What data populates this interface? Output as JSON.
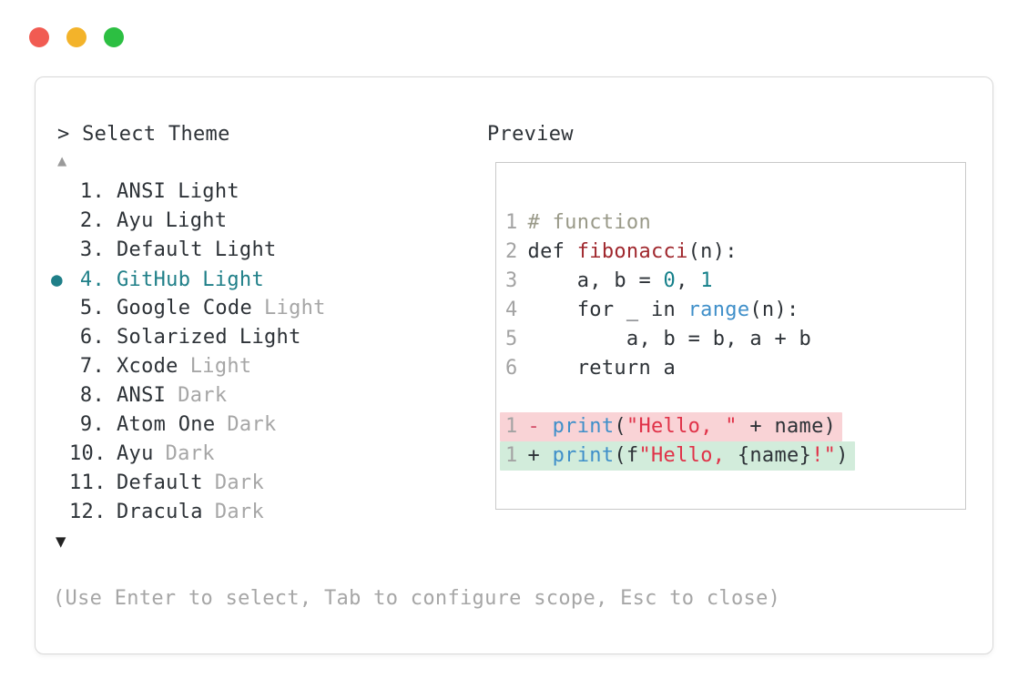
{
  "colors": {
    "win-red": "#f15b52",
    "win-yellow": "#f3b32a",
    "win-green": "#2cbf42",
    "ink": "#2d3237",
    "muted": "#a6a6a6",
    "accent": "#1f7f88",
    "comment": "#999988",
    "func-red": "#a0282e",
    "call-blue": "#3f8fc9",
    "num-teal": "#15808a",
    "str-red": "#e03248",
    "minus-red": "#d4506a",
    "removed-bg": "#f9d3d6",
    "added-bg": "#d2ecdb",
    "border": "#d8d8d8",
    "inner-border": "#c9c9c9"
  },
  "window": {
    "controls": [
      "close",
      "minimize",
      "zoom"
    ]
  },
  "picker": {
    "prompt": "> Select Theme",
    "scroll_up": "▲",
    "scroll_down": "▼",
    "selected_marker": "●",
    "help_text": "(Use Enter to select, Tab to configure scope, Esc to close)",
    "items": [
      {
        "number": "1.",
        "name": "ANSI",
        "variant": "Light",
        "variant_muted": false,
        "selected": false
      },
      {
        "number": "2.",
        "name": "Ayu",
        "variant": "Light",
        "variant_muted": false,
        "selected": false
      },
      {
        "number": "3.",
        "name": "Default",
        "variant": "Light",
        "variant_muted": false,
        "selected": false
      },
      {
        "number": "4.",
        "name": "GitHub",
        "variant": "Light",
        "variant_muted": false,
        "selected": true
      },
      {
        "number": "5.",
        "name": "Google Code",
        "variant": "Light",
        "variant_muted": true,
        "selected": false
      },
      {
        "number": "6.",
        "name": "Solarized",
        "variant": "Light",
        "variant_muted": false,
        "selected": false
      },
      {
        "number": "7.",
        "name": "Xcode",
        "variant": "Light",
        "variant_muted": true,
        "selected": false
      },
      {
        "number": "8.",
        "name": "ANSI",
        "variant": "Dark",
        "variant_muted": true,
        "selected": false
      },
      {
        "number": "9.",
        "name": "Atom One",
        "variant": "Dark",
        "variant_muted": true,
        "selected": false
      },
      {
        "number": "10.",
        "name": "Ayu",
        "variant": "Dark",
        "variant_muted": true,
        "selected": false
      },
      {
        "number": "11.",
        "name": "Default",
        "variant": "Dark",
        "variant_muted": true,
        "selected": false
      },
      {
        "number": "12.",
        "name": "Dracula",
        "variant": "Dark",
        "variant_muted": true,
        "selected": false
      }
    ]
  },
  "preview": {
    "title": "Preview",
    "lines": [
      {
        "num": "1",
        "tokens": [
          {
            "t": "# function",
            "c": "comment"
          }
        ]
      },
      {
        "num": "2",
        "tokens": [
          {
            "t": "def ",
            "c": "dark"
          },
          {
            "t": "fibonacci",
            "c": "func"
          },
          {
            "t": "(n):",
            "c": "dark"
          }
        ]
      },
      {
        "num": "3",
        "tokens": [
          {
            "t": "    a, b = ",
            "c": "dark"
          },
          {
            "t": "0",
            "c": "num"
          },
          {
            "t": ", ",
            "c": "dark"
          },
          {
            "t": "1",
            "c": "num"
          }
        ]
      },
      {
        "num": "4",
        "tokens": [
          {
            "t": "    for _ in ",
            "c": "dark"
          },
          {
            "t": "range",
            "c": "call"
          },
          {
            "t": "(n):",
            "c": "dark"
          }
        ]
      },
      {
        "num": "5",
        "tokens": [
          {
            "t": "        a, b = b, a + b",
            "c": "dark"
          }
        ]
      },
      {
        "num": "6",
        "tokens": [
          {
            "t": "    return a",
            "c": "dark"
          }
        ]
      },
      {
        "blank": true
      },
      {
        "num": "1",
        "diff": "removed",
        "tokens": [
          {
            "t": "- ",
            "c": "minus"
          },
          {
            "t": "print",
            "c": "call"
          },
          {
            "t": "(",
            "c": "dark"
          },
          {
            "t": "\"Hello, \"",
            "c": "str"
          },
          {
            "t": " + name)",
            "c": "dark"
          }
        ]
      },
      {
        "num": "1",
        "diff": "added",
        "tokens": [
          {
            "t": "+ ",
            "c": "dark"
          },
          {
            "t": "print",
            "c": "call"
          },
          {
            "t": "(f",
            "c": "dark"
          },
          {
            "t": "\"Hello, ",
            "c": "str"
          },
          {
            "t": "{name}",
            "c": "dark"
          },
          {
            "t": "!\"",
            "c": "str"
          },
          {
            "t": ")",
            "c": "dark"
          }
        ]
      }
    ]
  }
}
